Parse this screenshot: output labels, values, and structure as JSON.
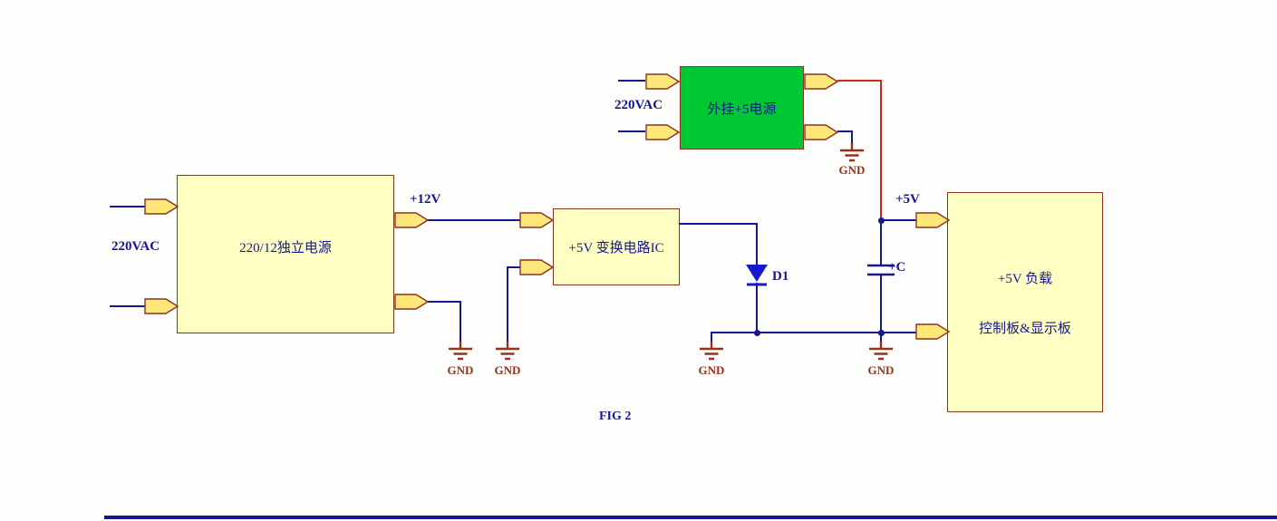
{
  "figure": {
    "caption": "FIG 2"
  },
  "colors": {
    "background": "#fdfdfb",
    "wire": "#16168e",
    "power_wire": "#cc2817",
    "block_fill": "#ffffc4",
    "block_border": "#8a3420",
    "green_block_fill": "#00c832",
    "connector_fill": "#ffe87a",
    "ground": "#99301a",
    "label_text": "#16168e",
    "diode": "#1818cc"
  },
  "blocks": {
    "external_supply": {
      "label": "外挂+5电源",
      "input": "220VAC"
    },
    "mains_supply": {
      "label": "220/12独立电源",
      "input": "220VAC"
    },
    "converter_ic": {
      "label": "+5V 变换电路IC"
    },
    "load": {
      "title": "+5V  负载",
      "subtitle": "控制板&显示板"
    }
  },
  "nets": {
    "v12": "+12V",
    "v5": "+5V"
  },
  "components": {
    "diode": "D1",
    "capacitor": "+C"
  },
  "grounds": {
    "g1": "GND",
    "g2": "GND",
    "g3": "GND",
    "g4": "GND",
    "g5": "GND"
  }
}
